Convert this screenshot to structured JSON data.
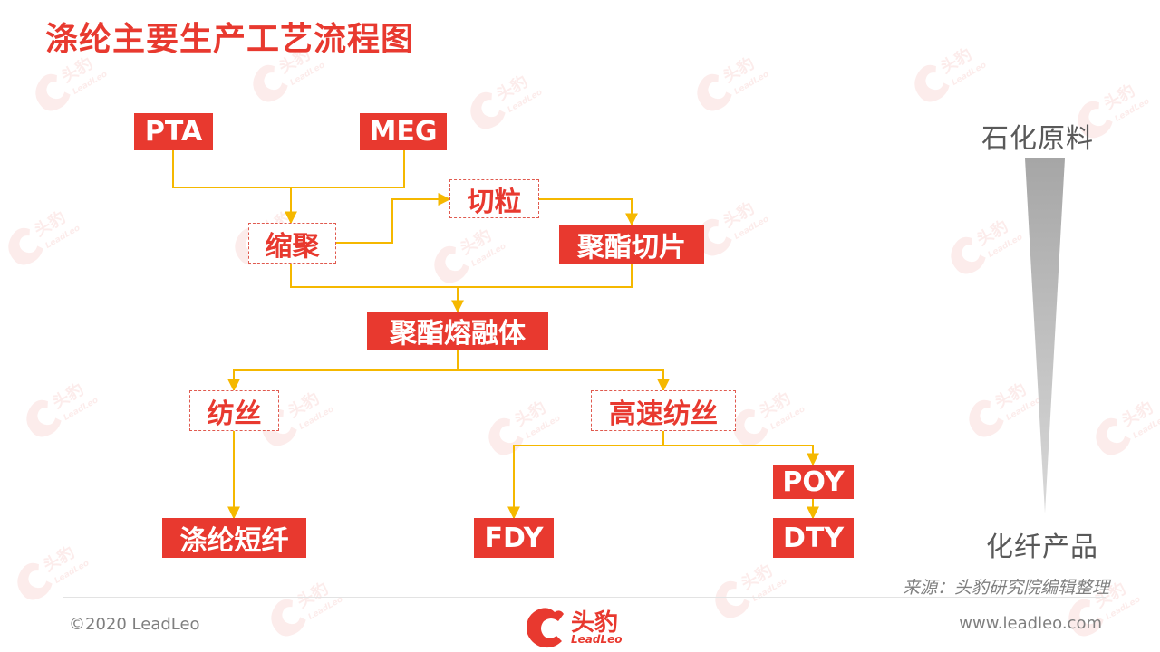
{
  "title": "涤纶主要生产工艺流程图",
  "nodes": {
    "pta": "PTA",
    "meg": "MEG",
    "suoju": "缩聚",
    "qieli": "切粒",
    "juzhiqiepian": "聚酯切片",
    "juzhirongrongti": "聚酯熔融体",
    "fangsi": "纺丝",
    "gaosufangsi": "高速纺丝",
    "dilunduanxian": "涤纶短纤",
    "fdy": "FDY",
    "poy": "POY",
    "dty": "DTY"
  },
  "side": {
    "top": "石化原料",
    "bottom": "化纤产品"
  },
  "source": "来源：头豹研究院编辑整理",
  "footer": {
    "copyright": "©2020 LeadLeo",
    "website": "www.leadleo.com"
  },
  "logo": {
    "cn": "头豹",
    "en": "LeadLeo"
  },
  "watermark": {
    "cn": "头豹",
    "en": "LeadLeo"
  },
  "colors": {
    "accent_red": "#e8392f",
    "connector_yellow": "#f5b800",
    "gray_text": "#595959"
  }
}
